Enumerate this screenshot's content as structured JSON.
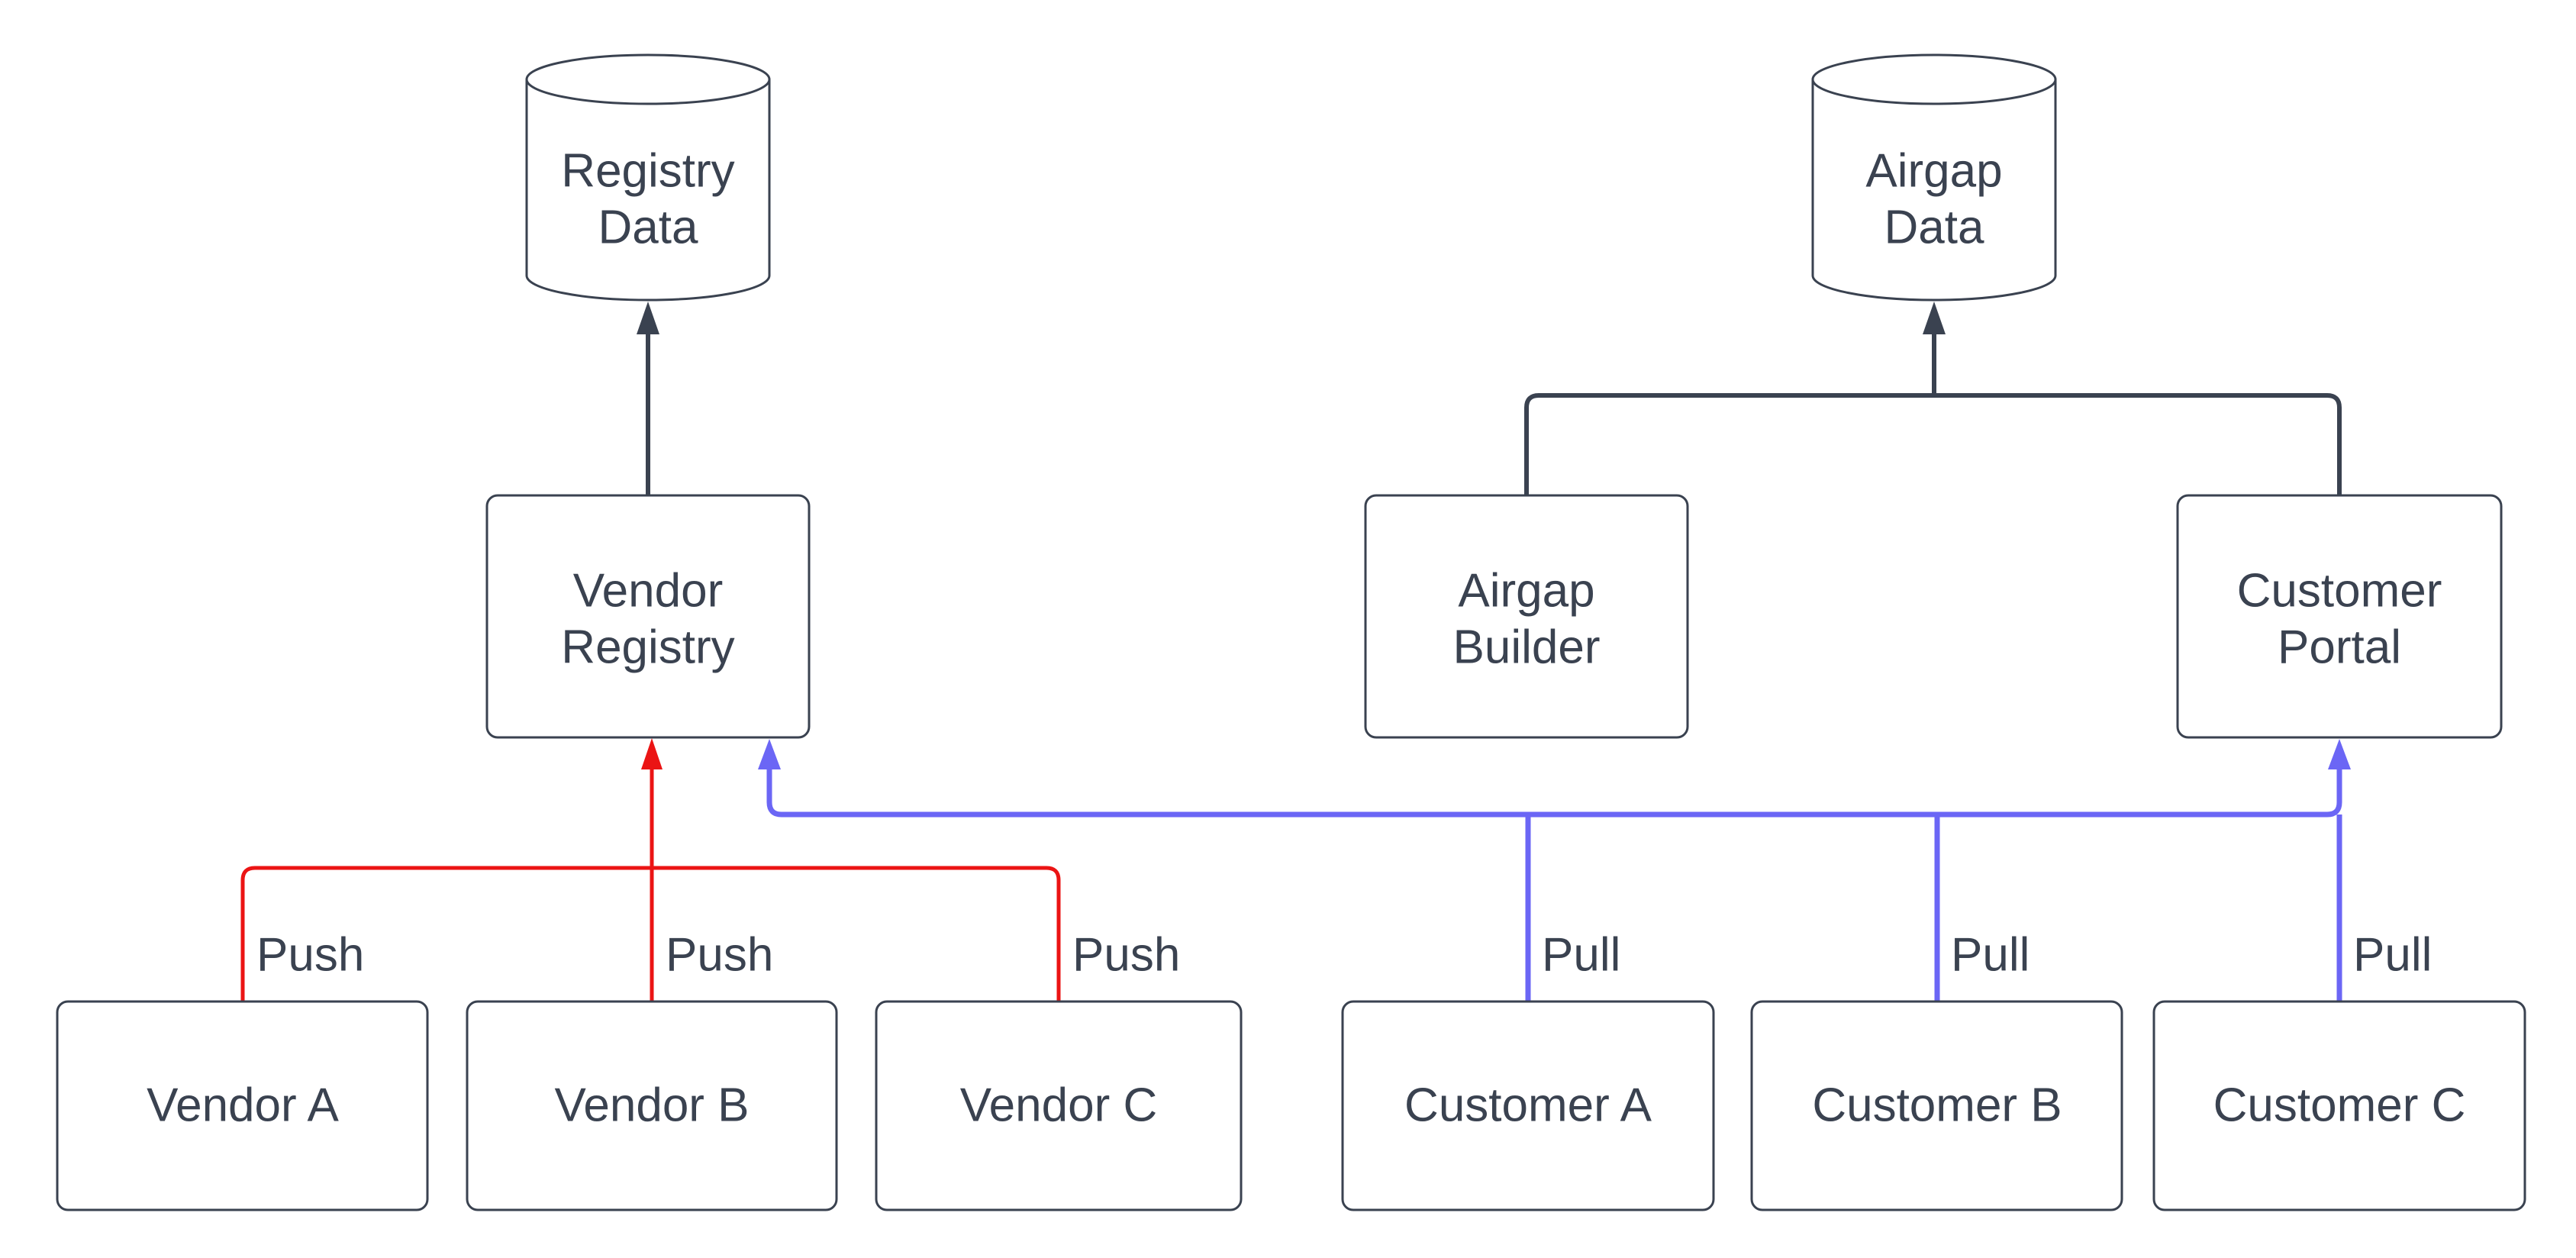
{
  "diagram": {
    "colors": {
      "node_border": "#3a4250",
      "text": "#3a4250",
      "dark_edge": "#3a4250",
      "push_edge": "#eb1414",
      "pull_edge": "#6b66f5",
      "node_fill": "#ffffff",
      "background": "#ffffff"
    },
    "cylinders": [
      {
        "id": "registry-data",
        "lines": [
          "Registry",
          "Data"
        ]
      },
      {
        "id": "airgap-data",
        "lines": [
          "Airgap",
          "Data"
        ]
      }
    ],
    "process_nodes": [
      {
        "id": "vendor-registry",
        "lines": [
          "Vendor",
          "Registry"
        ]
      },
      {
        "id": "airgap-builder",
        "lines": [
          "Airgap",
          "Builder"
        ]
      },
      {
        "id": "customer-portal",
        "lines": [
          "Customer",
          "Portal"
        ]
      }
    ],
    "leaf_nodes": [
      {
        "id": "vendor-a",
        "label": "Vendor A"
      },
      {
        "id": "vendor-b",
        "label": "Vendor B"
      },
      {
        "id": "vendor-c",
        "label": "Vendor C"
      },
      {
        "id": "customer-a",
        "label": "Customer A"
      },
      {
        "id": "customer-b",
        "label": "Customer B"
      },
      {
        "id": "customer-c",
        "label": "Customer C"
      }
    ],
    "edge_labels": {
      "push": [
        "Push",
        "Push",
        "Push"
      ],
      "pull": [
        "Pull",
        "Pull",
        "Pull"
      ]
    }
  }
}
